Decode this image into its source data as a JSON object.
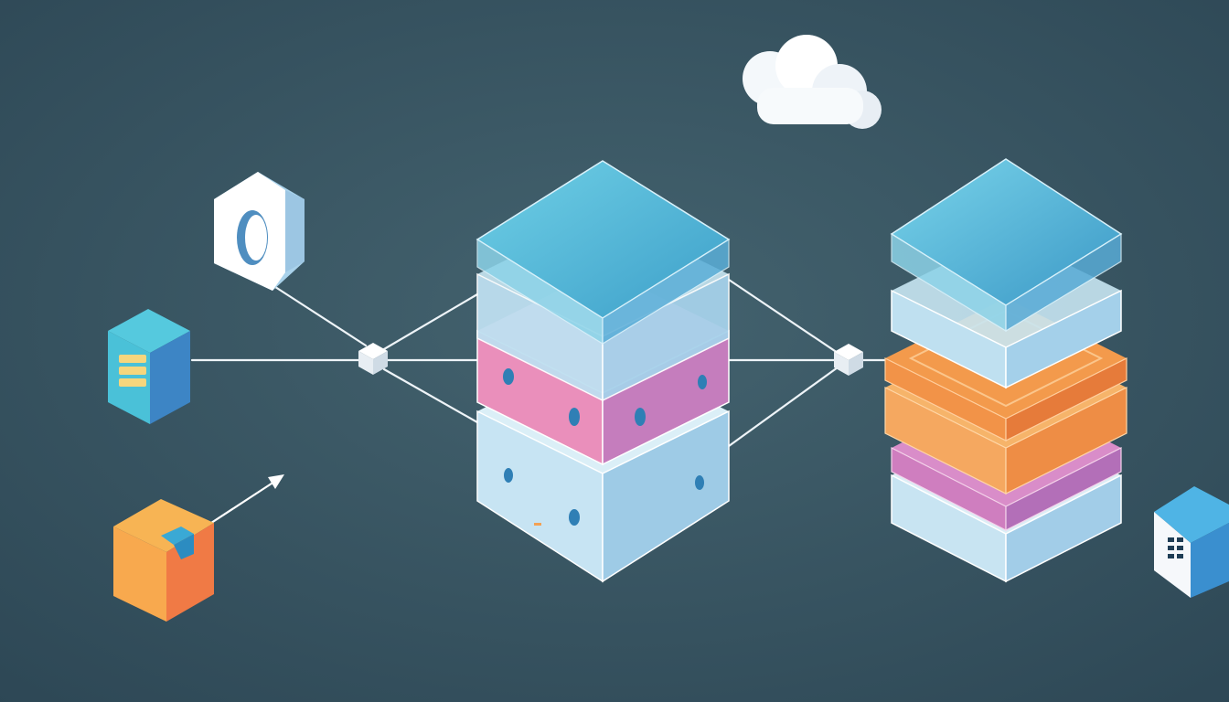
{
  "palette": {
    "background_center": "#3f5f6e",
    "background_edge": "#2f4a58",
    "line": "#eef4f8",
    "glass_top": "#5bbad6",
    "glass_body": "#bfe0ee",
    "pink": "#e58cb4",
    "purple": "#c77ec2",
    "orange": "#f3a154",
    "orange_light": "#f5ad67",
    "cyan": "#4fc9df",
    "blue": "#3f8ec7",
    "yellow": "#f5d77c",
    "cloud": "#ffffff"
  },
  "icons": [
    "cloud-icon",
    "hexagon-nut-icon",
    "database-block-icon",
    "package-box-icon",
    "grid-block-icon",
    "arrow-icon"
  ],
  "stacks": [
    {
      "name": "center-stack",
      "layers": [
        "glass",
        "glass",
        "pink",
        "glass",
        "glass"
      ]
    },
    {
      "name": "right-stack",
      "layers": [
        "glass",
        "glass",
        "orange",
        "orange",
        "purple",
        "glass"
      ]
    }
  ],
  "nodes": [
    "left-hub",
    "right-hub"
  ]
}
